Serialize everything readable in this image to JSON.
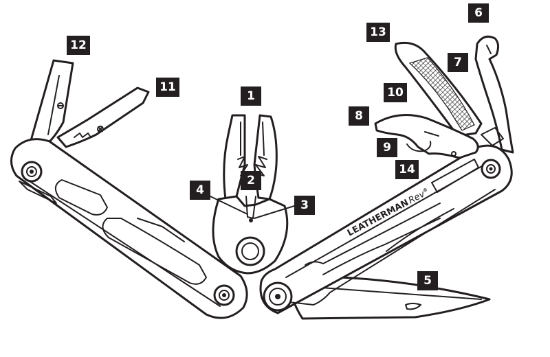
{
  "brand": {
    "wordmark": "LEATHERMAN",
    "model": "Rev",
    "trademark": "®"
  },
  "callouts": [
    "1",
    "2",
    "3",
    "4",
    "5",
    "6",
    "7",
    "8",
    "9",
    "10",
    "11",
    "12",
    "13",
    "14"
  ],
  "colors": {
    "ink": "#231f20",
    "background": "#ffffff"
  }
}
